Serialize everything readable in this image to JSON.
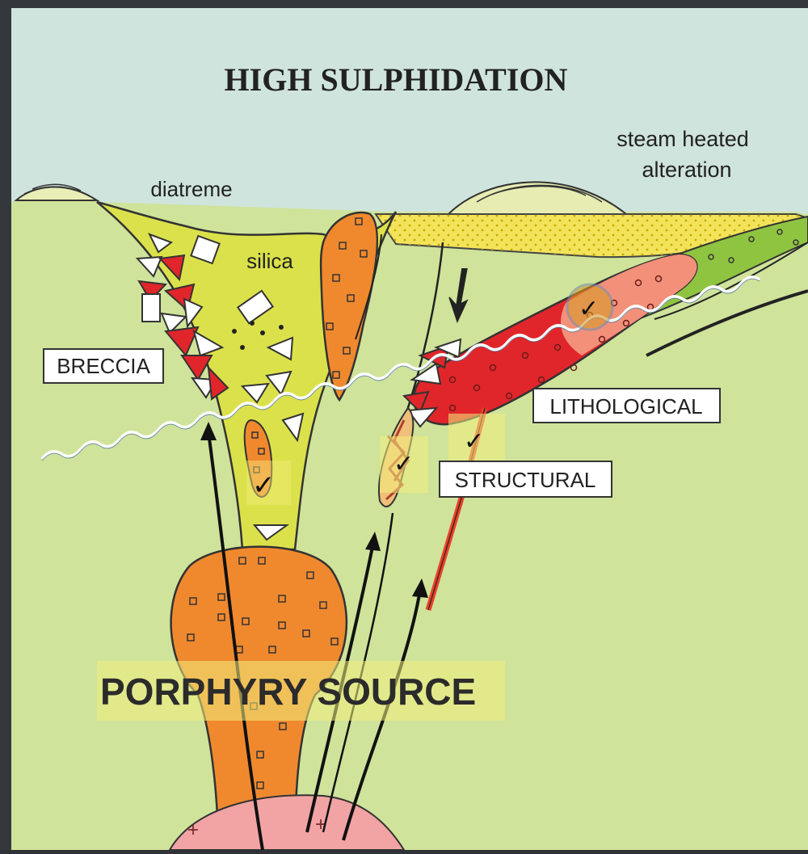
{
  "title": "HIGH SULPHIDATION",
  "labels": {
    "diatreme": "diatreme",
    "silica": "silica",
    "steam_line1": "steam heated",
    "steam_line2": "alteration",
    "breccia": "BRECCIA",
    "lithological": "LITHOLOGICAL",
    "structural": "STRUCTURAL",
    "porphyry_source": "PORPHYRY SOURCE"
  },
  "colors": {
    "sky": "#cfe4dc",
    "ground": "#cfe39a",
    "silica_yellow": "#dbe14a",
    "porphyry_orange": "#f0892e",
    "lithological_red": "#e0262a",
    "lithological_pink": "#f2907a",
    "sinter_yellow": "#f2e35a",
    "green_unit": "#8fc441",
    "highlight": "#f3ee7e",
    "circle_highlight": "#d69a2a"
  },
  "marks": {
    "check": "✓",
    "plus": "+"
  }
}
